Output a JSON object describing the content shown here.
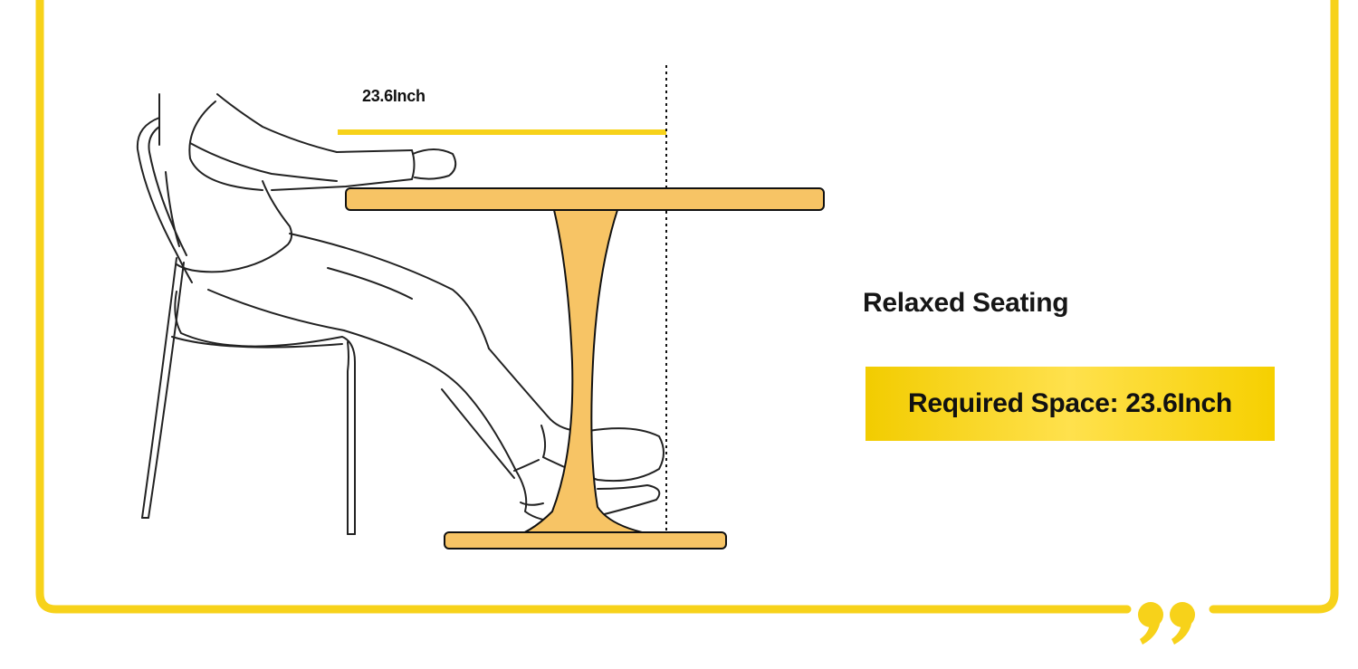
{
  "diagram": {
    "dimension_label": "23.6Inch",
    "seating_title": "Relaxed Seating",
    "required_space_label": "Required Space: 23.6Inch"
  },
  "colors": {
    "frame_yellow": "#f7d21a",
    "table_fill": "#f7c465",
    "box_yellow": "#ffd700",
    "line_black": "#111111"
  },
  "icons": {
    "quote": "closing-quote-icon"
  }
}
